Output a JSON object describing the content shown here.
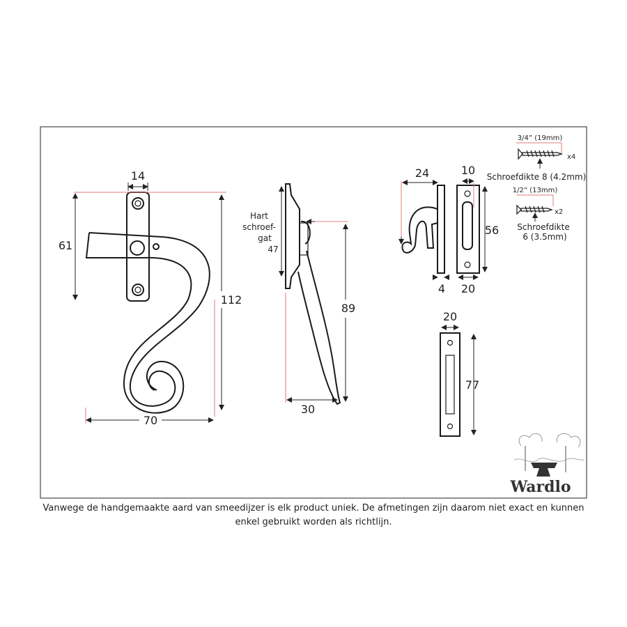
{
  "labels": {
    "handle_width": "14",
    "handle_height_upper": "61",
    "handle_total_height": "112",
    "handle_total_width": "70",
    "side_hole_label_1": "Hart",
    "side_hole_label_2": "schroef-",
    "side_hole_label_3": "gat",
    "side_hole_value": "47",
    "side_height": "89",
    "side_width": "30",
    "hook_width": "24",
    "hook_thickness": "4",
    "keep_width_top": "10",
    "keep_height": "56",
    "keep_width_bottom": "20",
    "plate_width": "20",
    "plate_height": "77",
    "screw1_size": "3/4” (19mm)",
    "screw1_qty": "x4",
    "screw1_gauge": "Schroefdikte 8 (4.2mm)",
    "screw2_size": "1/2” (13mm)",
    "screw2_qty": "x2",
    "screw2_gauge_1": "Schroefdikte",
    "screw2_gauge_2": "6 (3.5mm)",
    "brand": "Wardlo"
  },
  "disclaimer": "Vanwege de handgemaakte aard van smeedijzer is elk product uniek. De afmetingen zijn daarom niet exact en kunnen enkel gebruikt worden als richtlijn."
}
